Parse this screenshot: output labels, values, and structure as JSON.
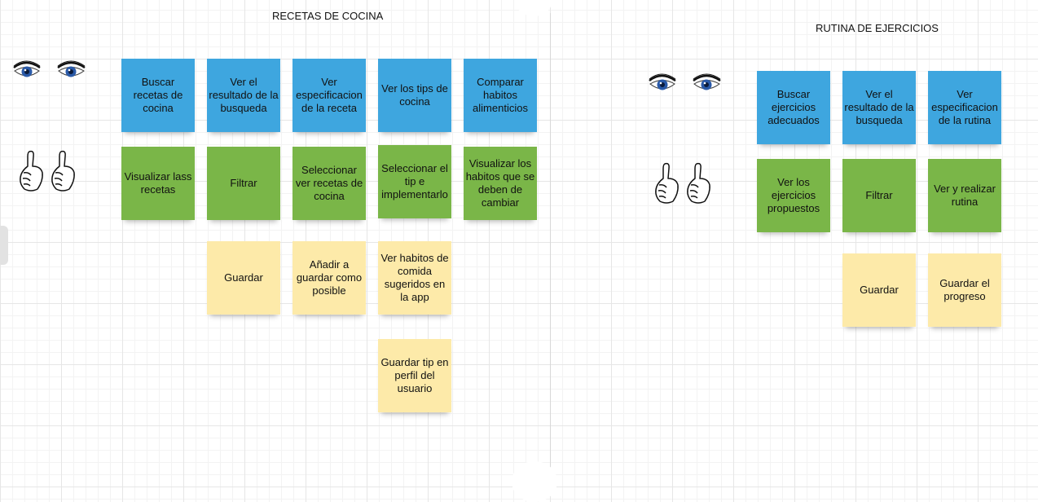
{
  "boards": [
    {
      "title": "RECETAS DE COCINA",
      "blue": [
        "Buscar recetas de cocina",
        "Ver el resultado de la busqueda",
        "Ver especificacion de la receta",
        "Ver los tips de cocina",
        "Comparar habitos alimenticios"
      ],
      "green": [
        "Visualizar lass recetas",
        "Filtrar",
        "Seleccionar ver recetas de cocina",
        "Seleccionar el tip e implementarlo",
        "Visualizar los habitos que se deben de cambiar"
      ],
      "yellow": [
        "Guardar",
        "Añadir a guardar como posible",
        "Ver habitos de comida sugeridos en la app",
        "Guardar tip en perfil del usuario"
      ]
    },
    {
      "title": "RUTINA DE EJERCICIOS",
      "blue": [
        "Buscar ejercicios adecuados",
        "Ver el resultado de la busqueda",
        "Ver especificacion de la rutina"
      ],
      "green": [
        "Ver los ejercicios propuestos",
        "Filtrar",
        "Ver y realizar rutina"
      ],
      "yellow": [
        "Guardar",
        "Guardar el progreso"
      ]
    }
  ],
  "colors": {
    "blue": "#3ea6df",
    "green": "#7ab648",
    "yellow": "#fdeaa9"
  },
  "icons": {
    "eyes": "eyes-icon",
    "hands": "thumbs-up-icon"
  }
}
